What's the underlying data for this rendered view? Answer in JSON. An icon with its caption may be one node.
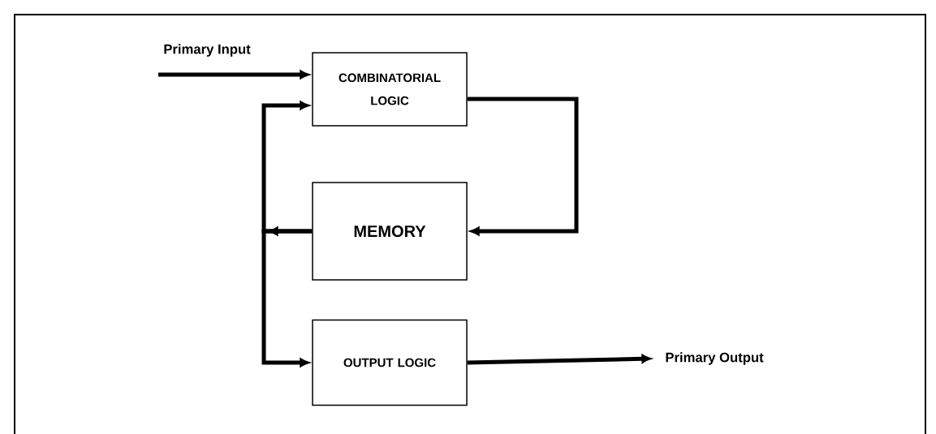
{
  "diagram": {
    "nodes": [
      {
        "text": [
          "Primary Input"
        ]
      },
      {
        "text": [
          "COMBINATORIAL LOGIC"
        ]
      },
      {
        "text": [
          "MEMORY"
        ]
      },
      {
        "text": [
          "OUTPUT LOGIC"
        ]
      },
      {
        "text": [
          "Primary Output"
        ]
      }
    ],
    "edges": [
      {
        "from": 0,
        "to": 1,
        "arrow": "to"
      },
      {
        "from": 1,
        "to": 2,
        "arrow": "to"
      },
      {
        "from": 2,
        "to": 1,
        "arrow": "to"
      },
      {
        "from": 2,
        "to": 3,
        "arrow": "to"
      },
      {
        "from": 3,
        "to": 4,
        "arrow": "to"
      }
    ]
  }
}
